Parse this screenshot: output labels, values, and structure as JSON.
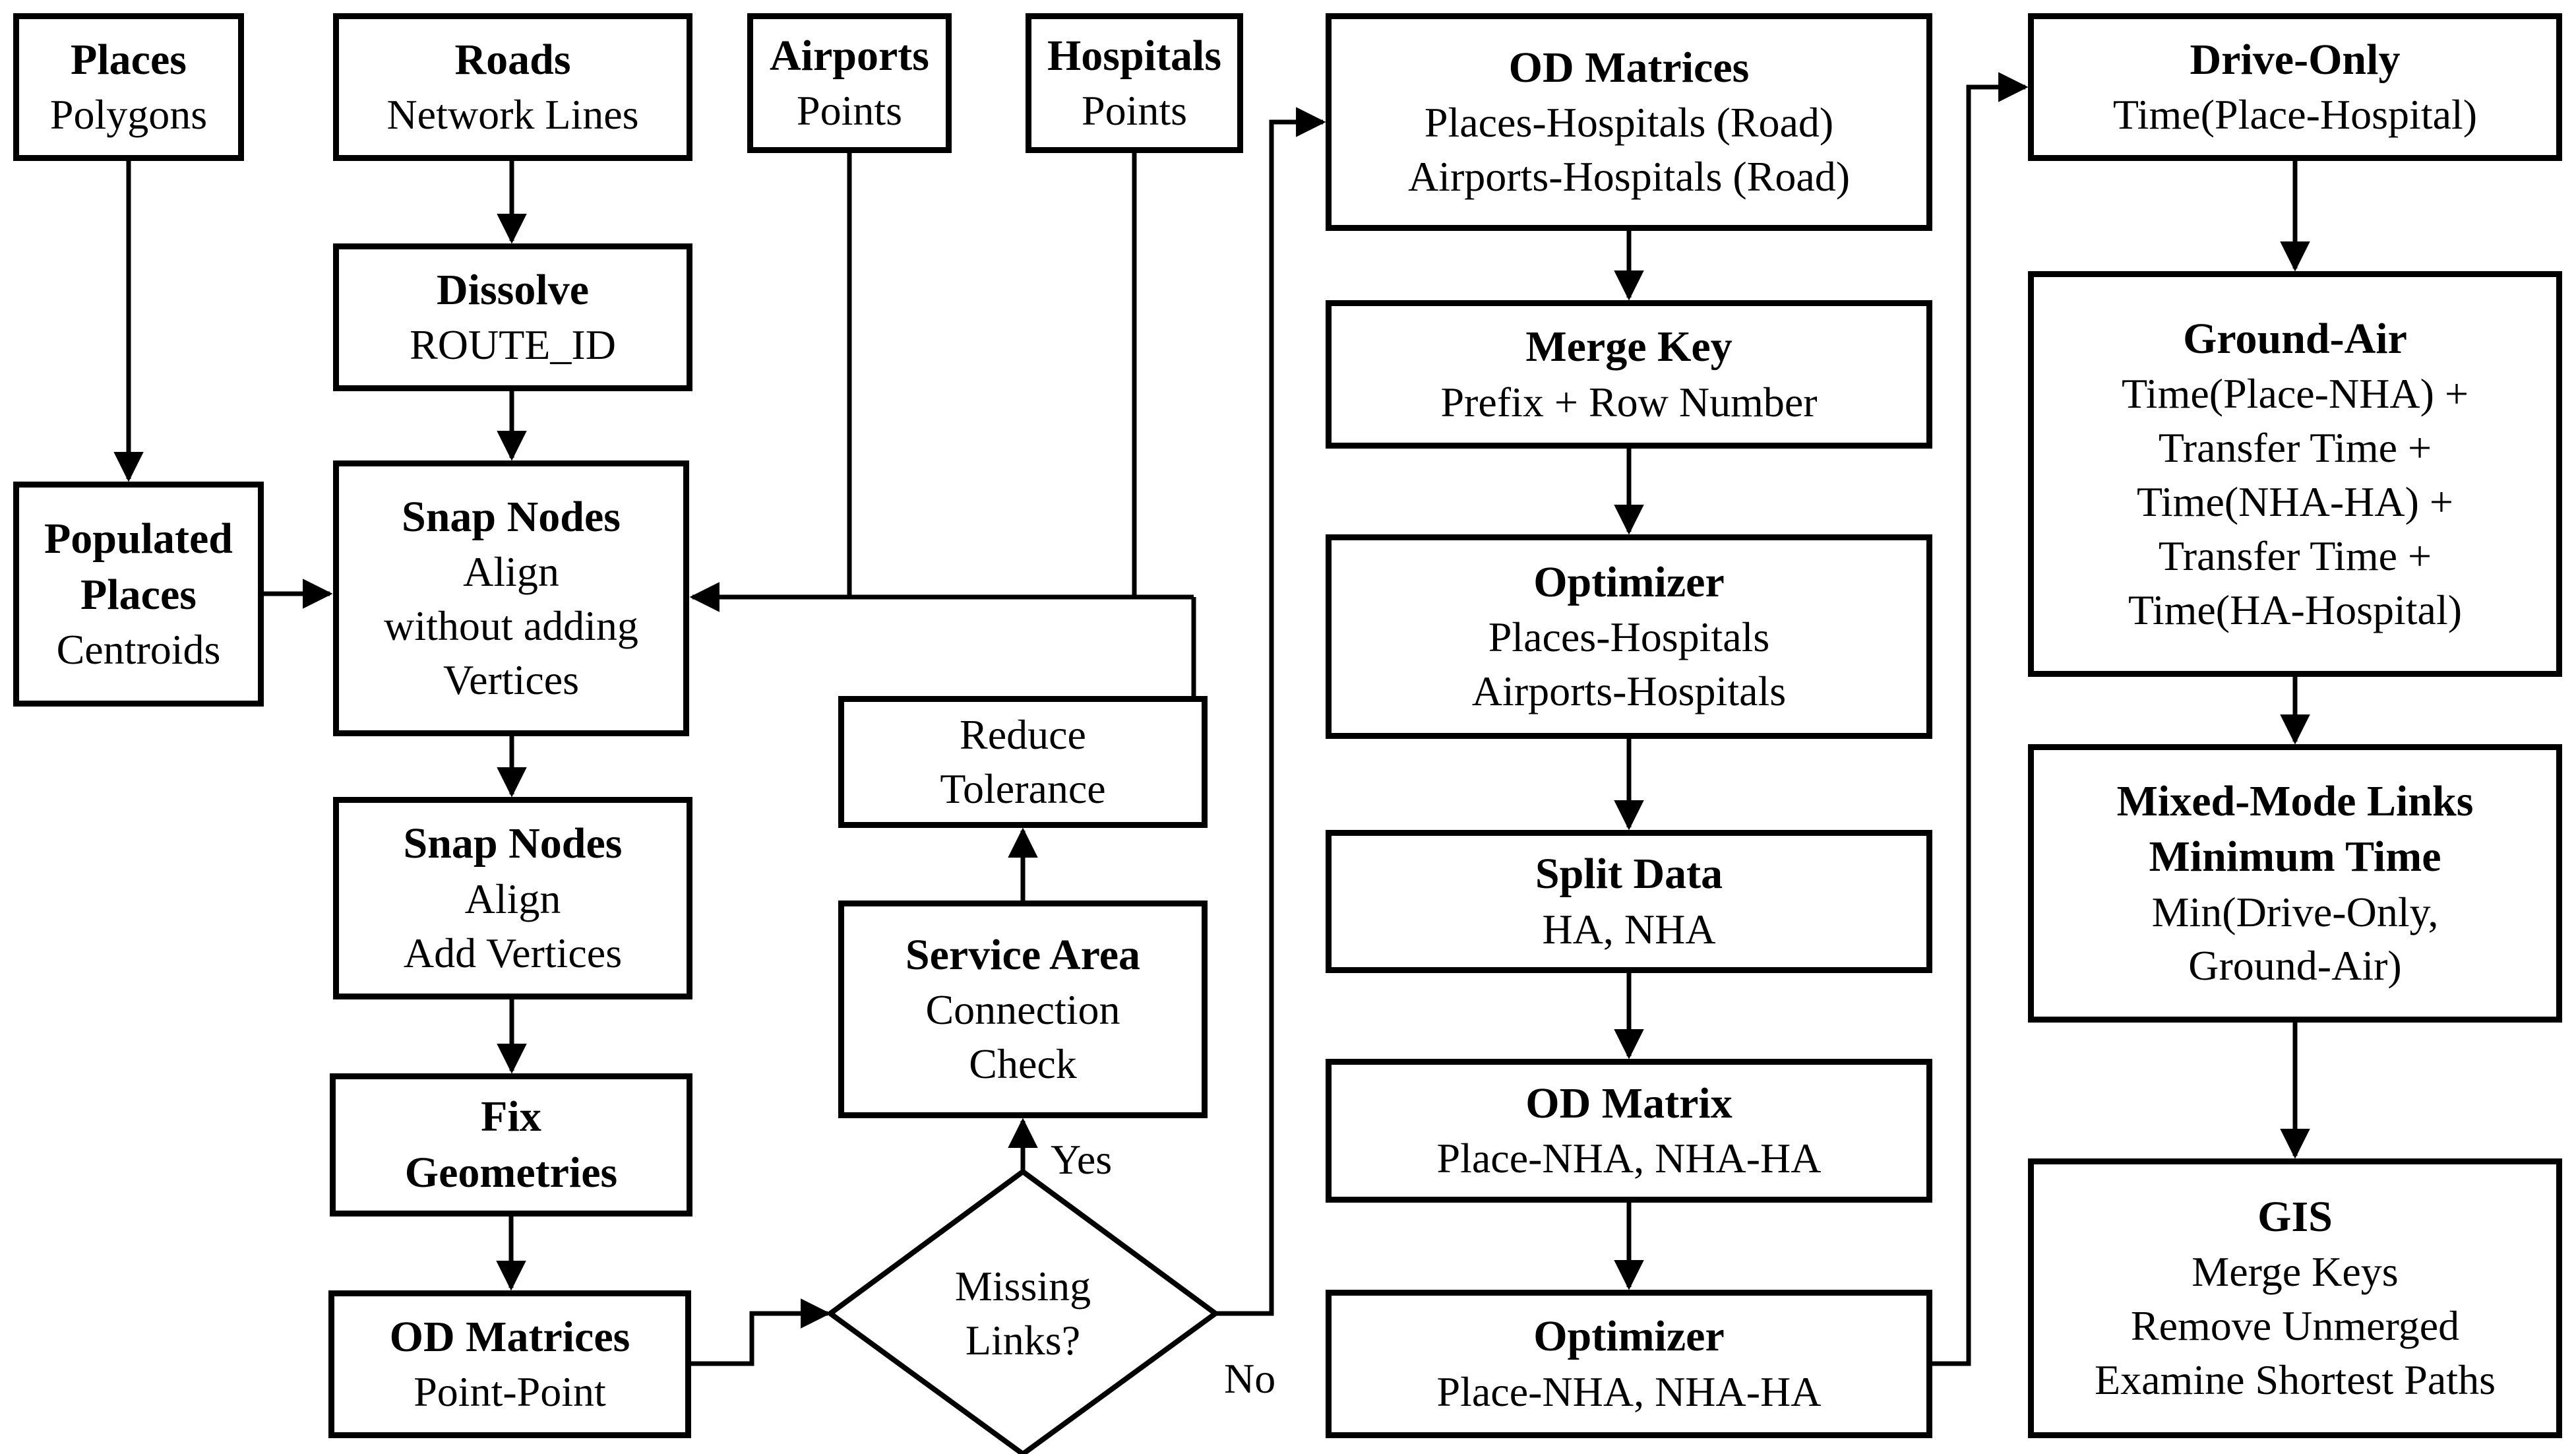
{
  "boxes": {
    "places": {
      "title": "Places",
      "body": [
        "Polygons"
      ]
    },
    "roads": {
      "title": "Roads",
      "body": [
        "Network Lines"
      ]
    },
    "airports": {
      "title": "Airports",
      "body": [
        "Points"
      ]
    },
    "hospitals": {
      "title": "Hospitals",
      "body": [
        "Points"
      ]
    },
    "od_matrices_road": {
      "title": "OD Matrices",
      "body": [
        "Places-Hospitals (Road)",
        "Airports-Hospitals (Road)"
      ]
    },
    "drive_only": {
      "title": "Drive-Only",
      "body": [
        "Time(Place-Hospital)"
      ]
    },
    "dissolve": {
      "title": "Dissolve",
      "body": [
        "ROUTE_ID"
      ]
    },
    "populated_places": {
      "title": "Populated",
      "title2": "Places",
      "body": [
        "Centroids"
      ]
    },
    "snap_nodes_1": {
      "title": "Snap Nodes",
      "body": [
        "Align",
        "without adding",
        "Vertices"
      ]
    },
    "snap_nodes_2": {
      "title": "Snap Nodes",
      "body": [
        "Align",
        "Add Vertices"
      ]
    },
    "fix_geometries": {
      "title": "Fix",
      "title2": "Geometries",
      "body": []
    },
    "od_matrices_pp": {
      "title": "OD Matrices",
      "body": [
        "Point-Point"
      ]
    },
    "reduce_tolerance": {
      "body": [
        "Reduce",
        "Tolerance"
      ]
    },
    "service_area": {
      "title": "Service Area",
      "body": [
        "Connection",
        "Check"
      ]
    },
    "missing_links": {
      "body": [
        "Missing",
        "Links?"
      ]
    },
    "merge_key": {
      "title": "Merge Key",
      "body": [
        "Prefix + Row Number"
      ]
    },
    "optimizer_road": {
      "title": "Optimizer",
      "body": [
        "Places-Hospitals",
        "Airports-Hospitals"
      ]
    },
    "split_data": {
      "title": "Split Data",
      "body": [
        "HA, NHA"
      ]
    },
    "od_matrix_nha": {
      "title": "OD Matrix",
      "body": [
        "Place-NHA, NHA-HA"
      ]
    },
    "optimizer_nha": {
      "title": "Optimizer",
      "body": [
        "Place-NHA, NHA-HA"
      ]
    },
    "ground_air": {
      "title": "Ground-Air",
      "body": [
        "Time(Place-NHA) +",
        "Transfer Time +",
        "Time(NHA-HA) +",
        "Transfer Time +",
        "Time(HA-Hospital)"
      ]
    },
    "mixed_mode": {
      "title": "Mixed-Mode Links",
      "title2": "Minimum Time",
      "body": [
        "Min(Drive-Only,",
        "Ground-Air)"
      ]
    },
    "gis": {
      "title": "GIS",
      "body": [
        "Merge Keys",
        "Remove Unmerged",
        "Examine Shortest Paths"
      ]
    }
  },
  "labels": {
    "yes": "Yes",
    "no": "No"
  },
  "colors": {
    "ink": "#000000",
    "background": "#ffffff"
  }
}
